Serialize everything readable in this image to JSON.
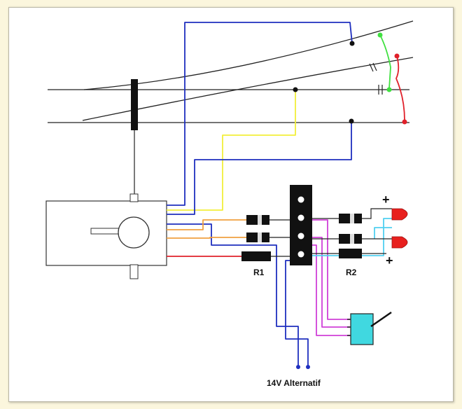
{
  "labels": {
    "r1": "R1",
    "r2": "R2",
    "supply": "14V Alternatif",
    "plus_top": "+",
    "plus_bottom": "+"
  },
  "colors": {
    "blue": "#1f2fbf",
    "yellow": "#f2ef3a",
    "orange": "#f0a040",
    "red": "#e0202a",
    "magenta": "#d040d8",
    "cyan": "#50d0f0",
    "green": "#40e040",
    "switch_fill": "#40d8e0",
    "led": "#e8201e"
  }
}
